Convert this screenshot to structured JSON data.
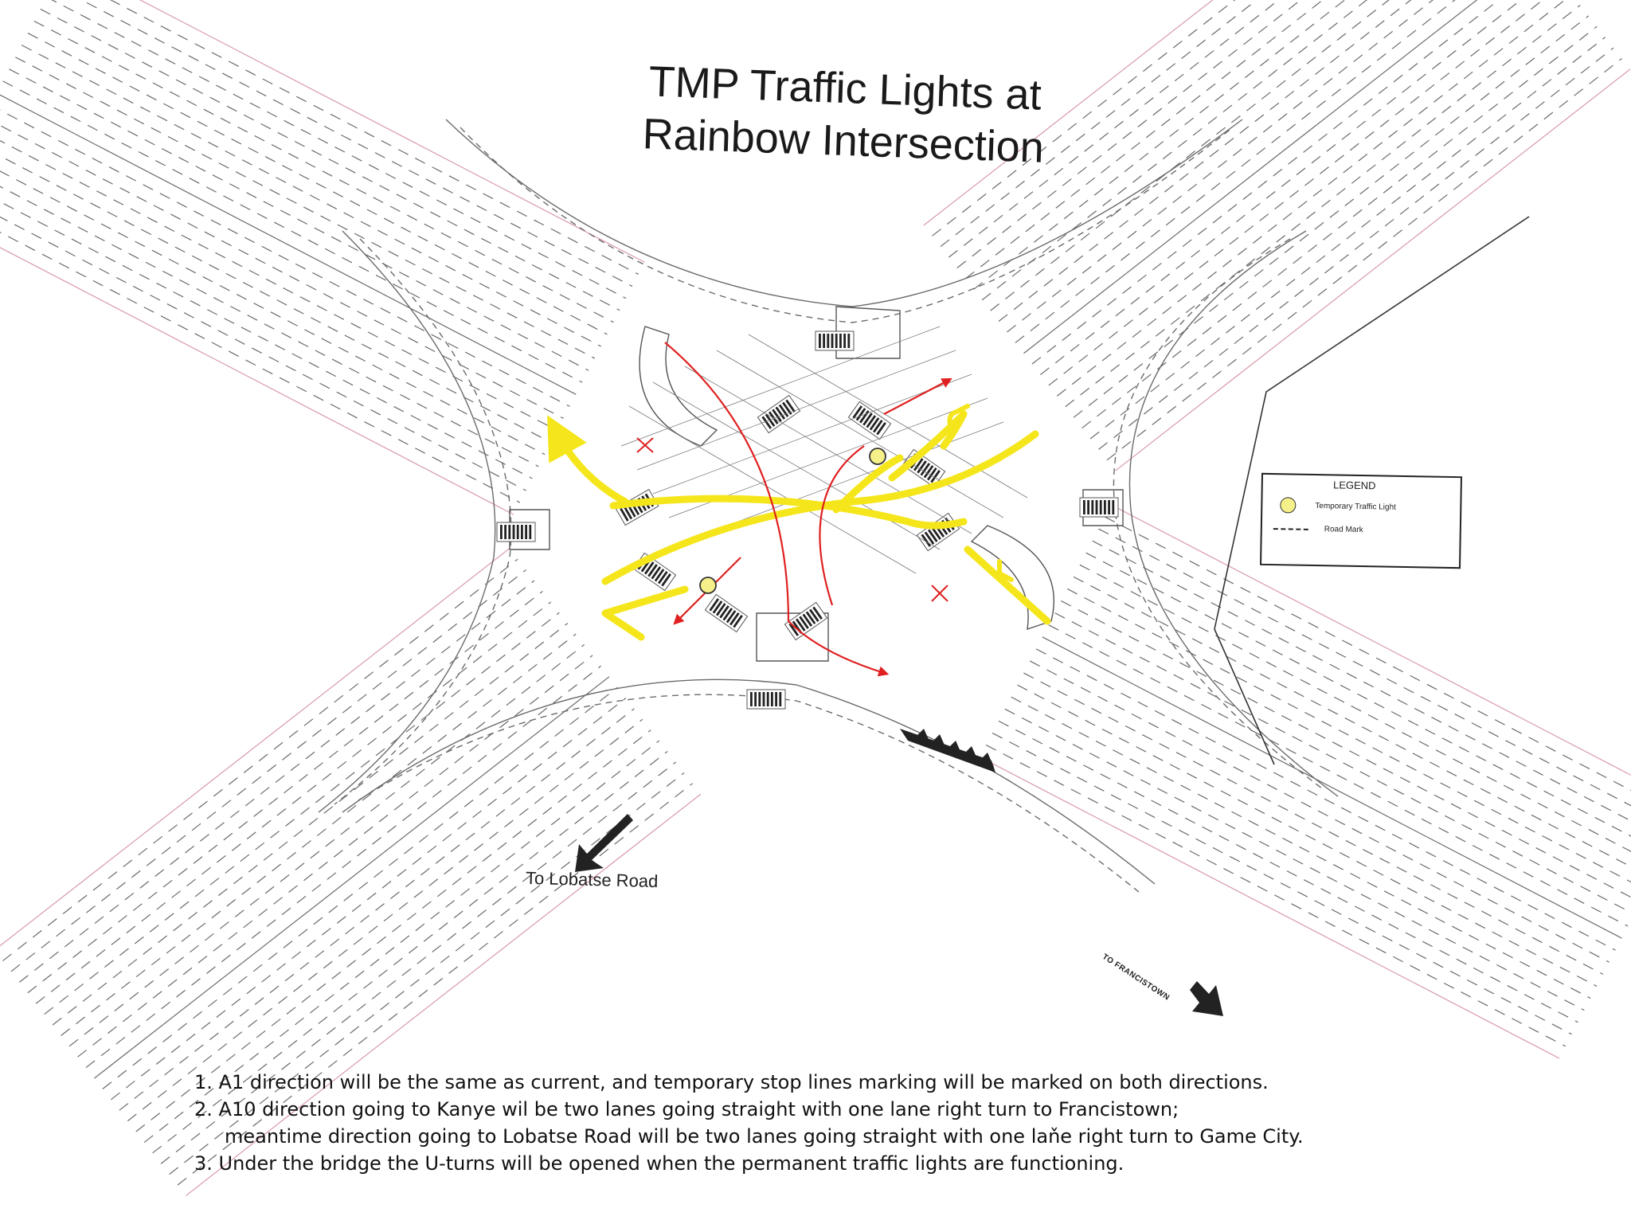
{
  "title": {
    "line1": "TMP Traffic Lights at",
    "line2": "Rainbow Intersection"
  },
  "legend": {
    "heading": "LEGEND",
    "items": [
      {
        "label": "Temporary Traffic Light",
        "symbol": "yellow-circle"
      },
      {
        "label": "Road Mark",
        "symbol": "dashed-line"
      }
    ]
  },
  "direction_labels": {
    "lobatse": "To Lobatse Road",
    "francistown": "TO FRANCISTOWN"
  },
  "notes": {
    "n1": "1. A1 direction will be the same as current, and temporary stop lines marking will be marked on both directions.",
    "n2a": "2. A10 direction going to Kanye wil be two lanes going straight with one lane right turn to Francistown;",
    "n2b": "meantime direction going to Lobatse Road will be two lanes going straight with one laňe right turn to Game City.",
    "n3": "3. Under the bridge the U-turns will be opened when the permanent traffic lights are functioning."
  },
  "colors": {
    "route_highlight": "#f5e61c",
    "red_route": "#e02020",
    "traffic_light_fill": "#f6f08a",
    "road_line": "#6b6b6b",
    "road_edge_pink": "#d89aa8"
  }
}
